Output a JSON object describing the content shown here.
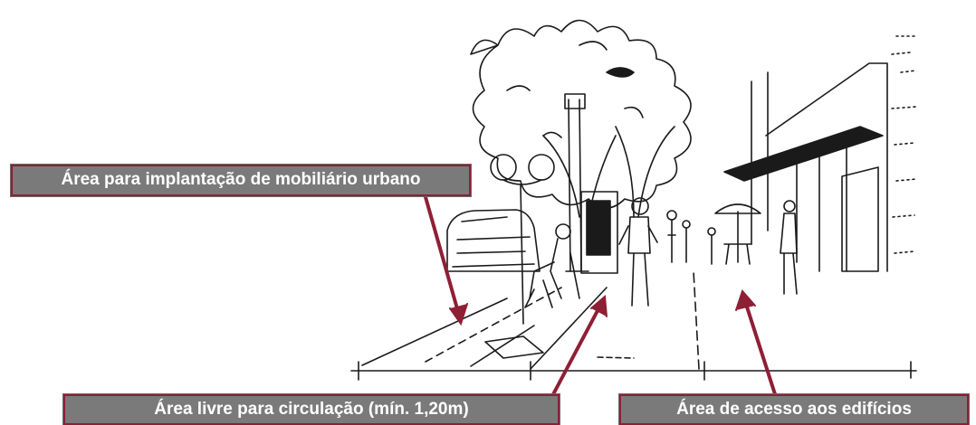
{
  "labels": {
    "mobiliario": "Área para implantação de mobiliário urbano",
    "circulacao": "Área livre para circulação (mín. 1,20m)",
    "acesso": "Área de acesso aos edifícios"
  },
  "colors": {
    "label_bg": "#7a7a7a",
    "label_text": "#ffffff",
    "arrow": "#8e1f35",
    "sketch": "#1a1a1a"
  }
}
